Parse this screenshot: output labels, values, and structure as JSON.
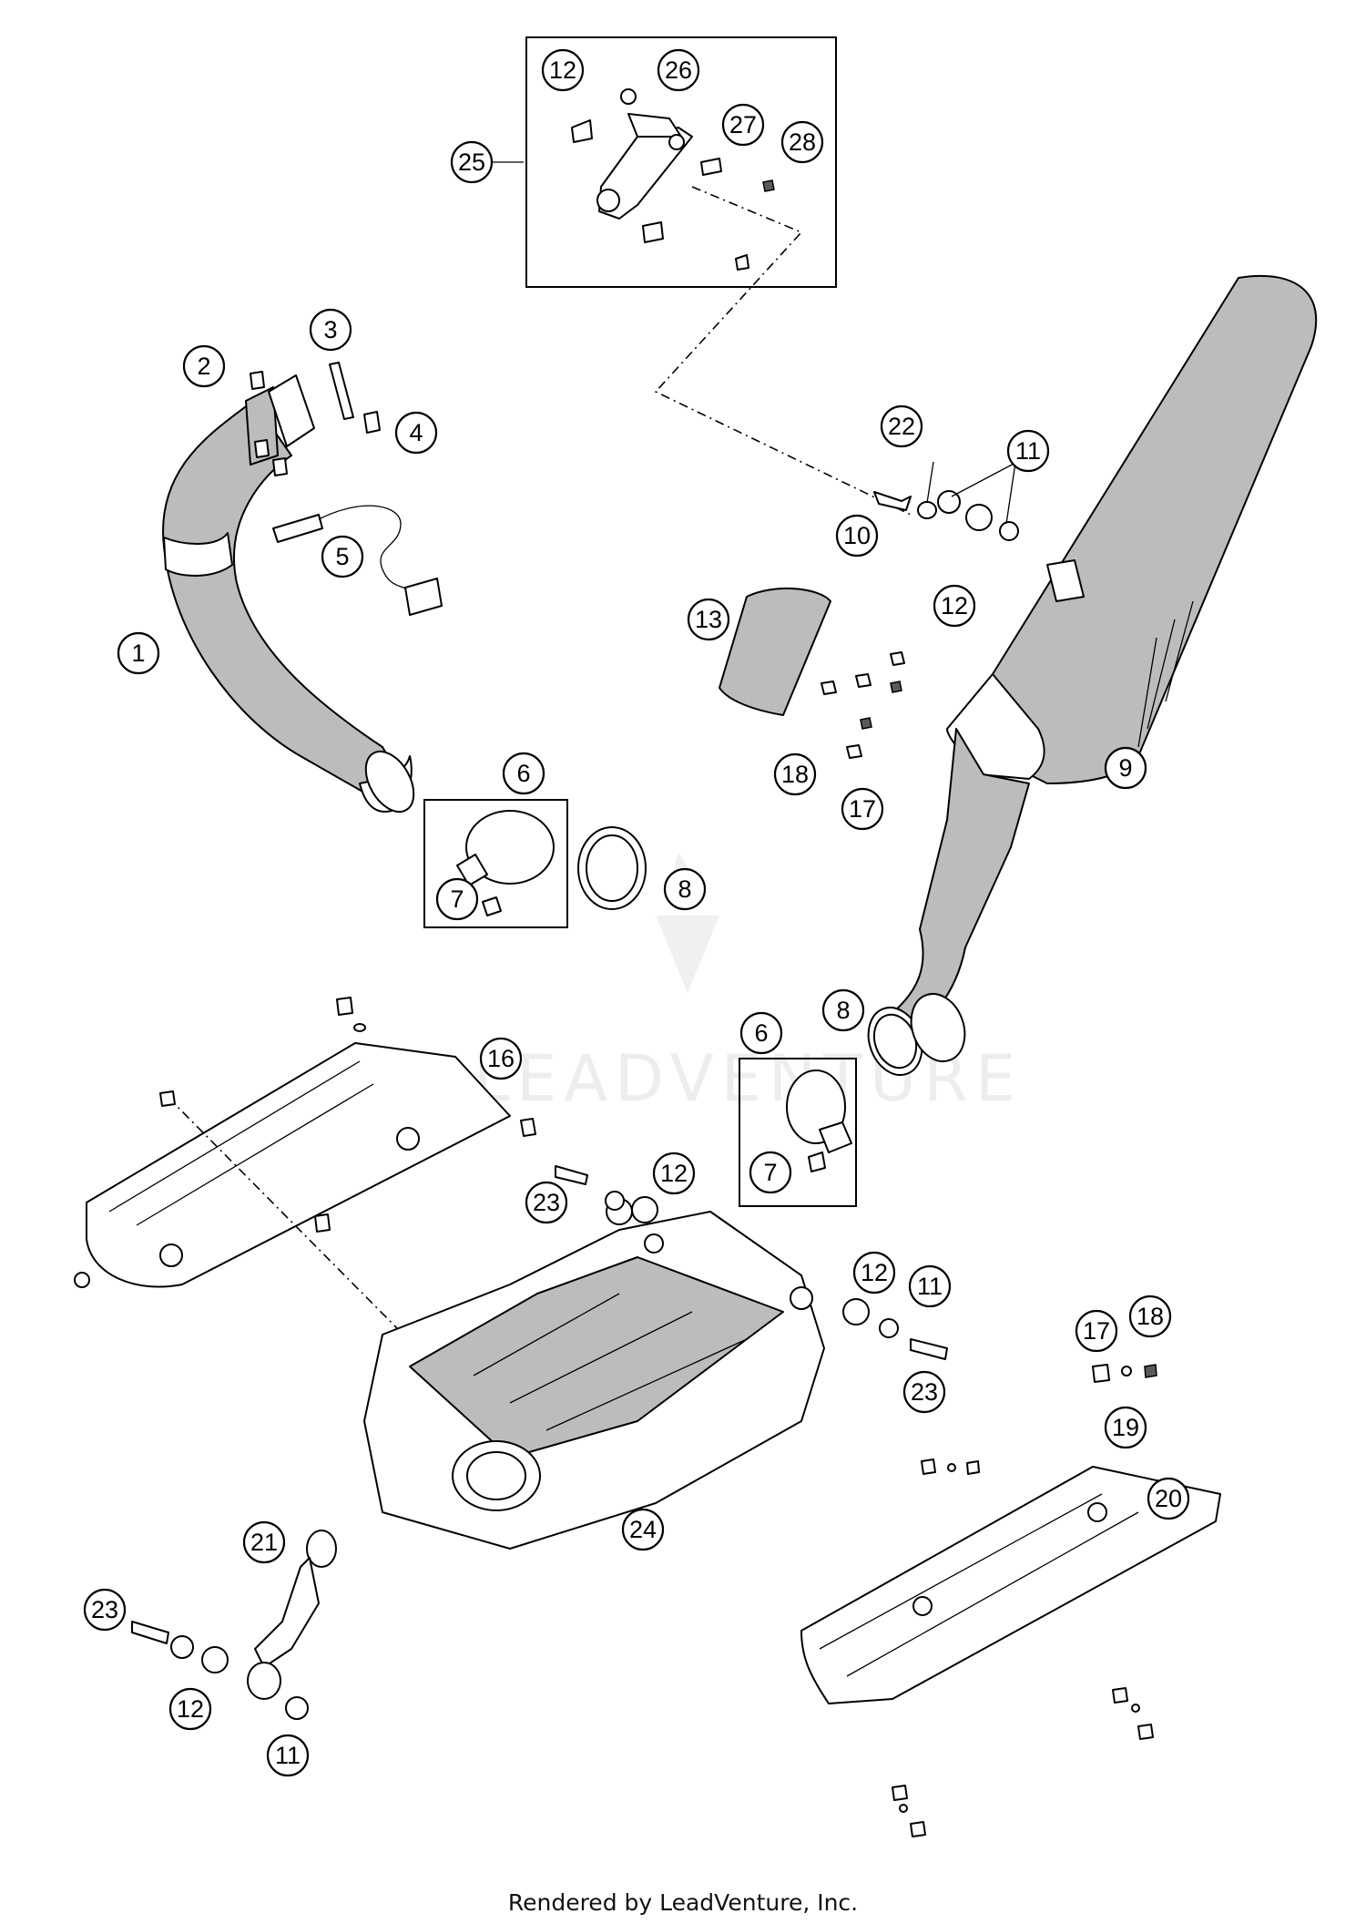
{
  "footer": {
    "text": "Rendered by LeadVenture, Inc."
  },
  "watermark": {
    "text": "LEADVENTURE"
  },
  "callouts": [
    "1",
    "2",
    "3",
    "4",
    "5",
    "6",
    "7",
    "8",
    "9",
    "10",
    "11",
    "12",
    "13",
    "16",
    "17",
    "18",
    "19",
    "20",
    "21",
    "22",
    "23",
    "24",
    "25",
    "26",
    "27",
    "28"
  ]
}
